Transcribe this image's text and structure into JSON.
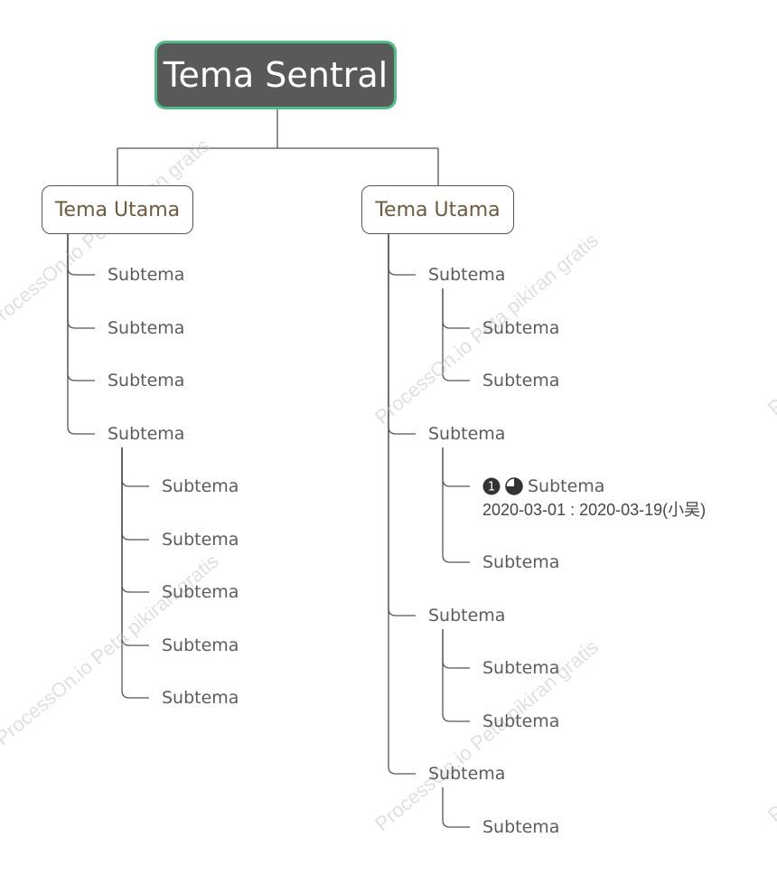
{
  "root": {
    "label": "Tema Sentral"
  },
  "branches": [
    {
      "label": "Tema Utama",
      "children": [
        {
          "label": "Subtema"
        },
        {
          "label": "Subtema"
        },
        {
          "label": "Subtema"
        },
        {
          "label": "Subtema",
          "children": [
            {
              "label": "Subtema"
            },
            {
              "label": "Subtema"
            },
            {
              "label": "Subtema"
            },
            {
              "label": "Subtema"
            },
            {
              "label": "Subtema"
            }
          ]
        }
      ]
    },
    {
      "label": "Tema Utama",
      "children": [
        {
          "label": "Subtema",
          "children": [
            {
              "label": "Subtema"
            },
            {
              "label": "Subtema"
            }
          ]
        },
        {
          "label": "Subtema",
          "children": [
            {
              "label": "Subtema",
              "priority": "1",
              "progress": 0.75,
              "date": "2020-03-01 : 2020-03-19(小吴)"
            },
            {
              "label": "Subtema"
            }
          ]
        },
        {
          "label": "Subtema",
          "children": [
            {
              "label": "Subtema"
            },
            {
              "label": "Subtema"
            }
          ]
        },
        {
          "label": "Subtema",
          "children": [
            {
              "label": "Subtema"
            }
          ]
        }
      ]
    }
  ],
  "watermark": {
    "text": "ProcessOn.io Peta pikiran gratis"
  },
  "colors": {
    "root_fill": "#595959",
    "root_border": "#4fbf85",
    "main_text": "#6e5a3c",
    "line": "#555555"
  }
}
